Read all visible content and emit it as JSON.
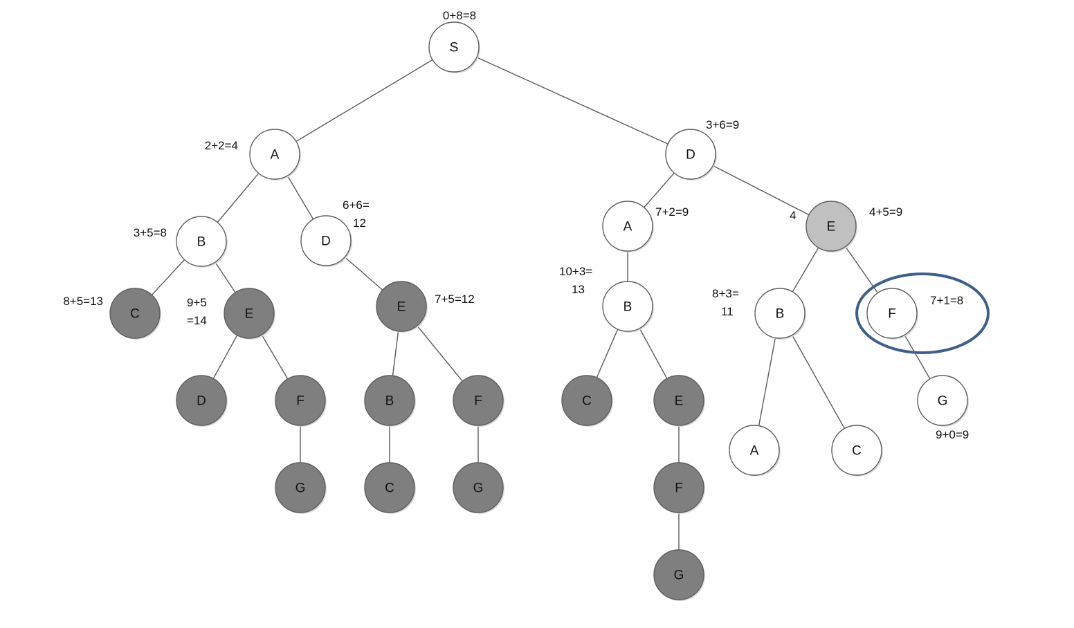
{
  "diagram": {
    "title": "",
    "colors": {
      "unexpanded": "#ffffff",
      "pruned": "#7f7f7f",
      "current": "#c0c0c0",
      "edge": "#5a5a5a",
      "highlight": "#3f5f8a"
    },
    "nodes": [
      {
        "id": "n_S",
        "label": "S",
        "state": "unexpanded",
        "cost": [
          "0+8=8"
        ]
      },
      {
        "id": "n_A1",
        "label": "A",
        "state": "unexpanded",
        "cost": [
          "2+2=4"
        ]
      },
      {
        "id": "n_D1",
        "label": "D",
        "state": "unexpanded",
        "cost": [
          "3+6=9"
        ]
      },
      {
        "id": "n_B1",
        "label": "B",
        "state": "unexpanded",
        "cost": [
          "3+5=8"
        ]
      },
      {
        "id": "n_D2",
        "label": "D",
        "state": "unexpanded",
        "cost": [
          "6+6=",
          "12"
        ]
      },
      {
        "id": "n_C1",
        "label": "C",
        "state": "pruned",
        "cost": [
          "8+5=13"
        ]
      },
      {
        "id": "n_E1",
        "label": "E",
        "state": "pruned",
        "cost": [
          "9+5",
          "=14"
        ]
      },
      {
        "id": "n_D3",
        "label": "D",
        "state": "pruned",
        "cost": []
      },
      {
        "id": "n_F1",
        "label": "F",
        "state": "pruned",
        "cost": []
      },
      {
        "id": "n_G1",
        "label": "G",
        "state": "pruned",
        "cost": []
      },
      {
        "id": "n_E2",
        "label": "E",
        "state": "pruned",
        "cost": [
          "7+5=12"
        ]
      },
      {
        "id": "n_B2",
        "label": "B",
        "state": "pruned",
        "cost": []
      },
      {
        "id": "n_F2",
        "label": "F",
        "state": "pruned",
        "cost": []
      },
      {
        "id": "n_C2",
        "label": "C",
        "state": "pruned",
        "cost": []
      },
      {
        "id": "n_G2",
        "label": "G",
        "state": "pruned",
        "cost": []
      },
      {
        "id": "n_A2",
        "label": "A",
        "state": "unexpanded",
        "cost": [
          "7+2=9"
        ]
      },
      {
        "id": "n_E3",
        "label": "E",
        "state": "current",
        "cost": [
          "4",
          "4+5=9"
        ]
      },
      {
        "id": "n_B3",
        "label": "B",
        "state": "unexpanded",
        "cost": [
          "10+3=",
          "13"
        ]
      },
      {
        "id": "n_C3",
        "label": "C",
        "state": "pruned",
        "cost": []
      },
      {
        "id": "n_E4",
        "label": "E",
        "state": "pruned",
        "cost": []
      },
      {
        "id": "n_F3",
        "label": "F",
        "state": "pruned",
        "cost": []
      },
      {
        "id": "n_G3",
        "label": "G",
        "state": "pruned",
        "cost": []
      },
      {
        "id": "n_B4",
        "label": "B",
        "state": "unexpanded",
        "cost": [
          "8+3=",
          "11"
        ]
      },
      {
        "id": "n_F4",
        "label": "F",
        "state": "unexpanded",
        "cost": [
          "7+1=8"
        ],
        "highlighted": true
      },
      {
        "id": "n_A3",
        "label": "A",
        "state": "unexpanded",
        "cost": []
      },
      {
        "id": "n_C4",
        "label": "C",
        "state": "unexpanded",
        "cost": []
      },
      {
        "id": "n_G4",
        "label": "G",
        "state": "unexpanded",
        "cost": [
          "9+0=9"
        ]
      }
    ],
    "edges": [
      [
        "n_S",
        "n_A1"
      ],
      [
        "n_S",
        "n_D1"
      ],
      [
        "n_A1",
        "n_B1"
      ],
      [
        "n_A1",
        "n_D2"
      ],
      [
        "n_B1",
        "n_C1"
      ],
      [
        "n_B1",
        "n_E1"
      ],
      [
        "n_E1",
        "n_D3"
      ],
      [
        "n_E1",
        "n_F1"
      ],
      [
        "n_F1",
        "n_G1"
      ],
      [
        "n_D2",
        "n_E2"
      ],
      [
        "n_E2",
        "n_B2"
      ],
      [
        "n_E2",
        "n_F2"
      ],
      [
        "n_B2",
        "n_C2"
      ],
      [
        "n_F2",
        "n_G2"
      ],
      [
        "n_D1",
        "n_A2"
      ],
      [
        "n_D1",
        "n_E3"
      ],
      [
        "n_A2",
        "n_B3"
      ],
      [
        "n_B3",
        "n_C3"
      ],
      [
        "n_B3",
        "n_E4"
      ],
      [
        "n_E4",
        "n_F3"
      ],
      [
        "n_F3",
        "n_G3"
      ],
      [
        "n_E3",
        "n_B4"
      ],
      [
        "n_E3",
        "n_F4"
      ],
      [
        "n_B4",
        "n_A3"
      ],
      [
        "n_B4",
        "n_C4"
      ],
      [
        "n_F4",
        "n_G4"
      ]
    ]
  }
}
